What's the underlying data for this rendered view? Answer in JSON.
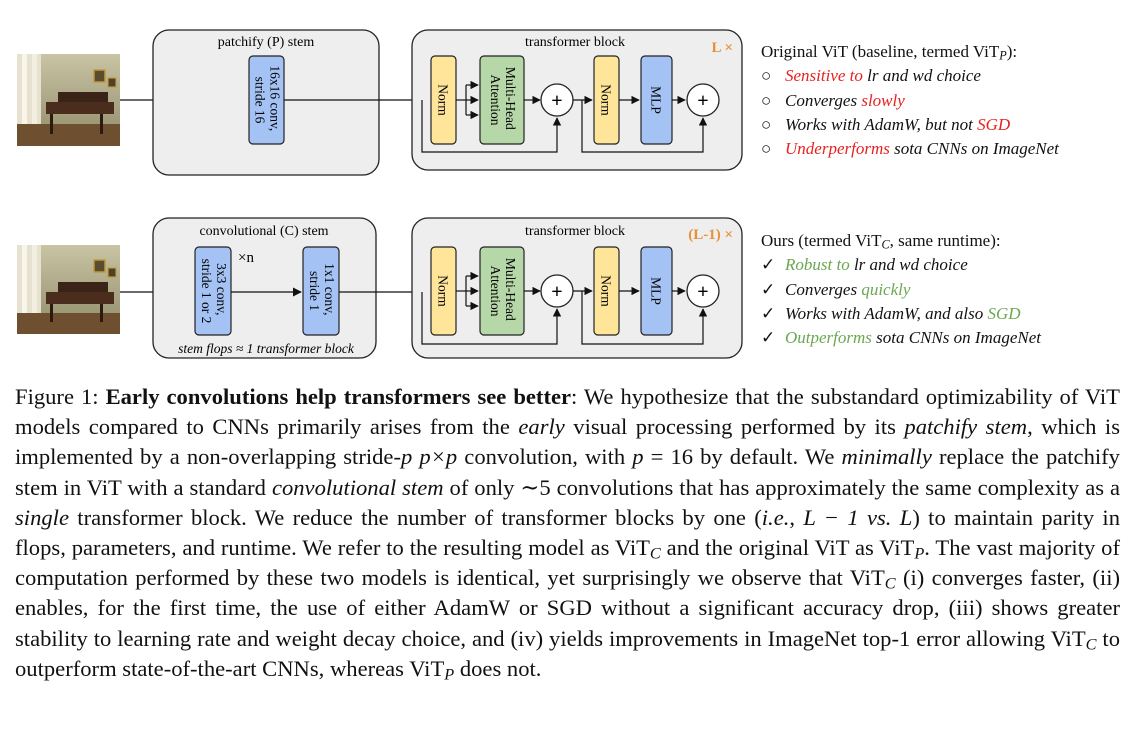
{
  "diagram": {
    "top": {
      "stem_title": "patchify (P) stem",
      "stem_block": [
        "16x16 conv,",
        "stride 16"
      ],
      "tb_title": "transformer block",
      "repeat": "L ×"
    },
    "bottom": {
      "stem_title": "convolutional (C) stem",
      "stem_block1": [
        "3x3 conv,",
        "stride 1 or 2"
      ],
      "times_n": "×n",
      "stem_block2": [
        "1x1 conv,",
        "stride 1"
      ],
      "stem_note": "stem flops ≈ 1 transformer block",
      "tb_title": "transformer block",
      "repeat": "(L-1) ×"
    },
    "norm_label": "Norm",
    "mha_label": [
      "Multi-Head",
      "Attention"
    ],
    "mlp_label": "MLP",
    "plus": "+",
    "colors": {
      "norm_fill": "#ffe59a",
      "mha_fill": "#b6d7a8",
      "conv_fill": "#a4c2f4",
      "panel_fill": "#eeeeee",
      "orange": "#e69138",
      "red": "#e8211f",
      "green": "#6aa84f"
    }
  },
  "legend_top": {
    "heading_pre": "Original ViT (baseline, termed ViT",
    "heading_sub": "P",
    "heading_post": "):",
    "marker": "○",
    "items": [
      {
        "hl": "Sensitive to",
        "rest": " lr and wd choice",
        "hl_first": true
      },
      {
        "rest": "Converges ",
        "hl": "slowly",
        "hl_first": false
      },
      {
        "rest": "Works with AdamW, but not ",
        "hl": "SGD",
        "hl_first": false
      },
      {
        "hl": "Underperforms",
        "rest": " sota CNNs on ImageNet",
        "hl_first": true
      }
    ]
  },
  "legend_bottom": {
    "heading_pre": "Ours (termed ViT",
    "heading_sub": "C",
    "heading_post": ", same runtime):",
    "marker": "✓",
    "items": [
      {
        "hl": "Robust to",
        "rest": " lr and wd choice",
        "hl_first": true
      },
      {
        "rest": "Converges ",
        "hl": "quickly",
        "hl_first": false
      },
      {
        "rest": "Works with AdamW, and also ",
        "hl": "SGD",
        "hl_first": false
      },
      {
        "hl": "Outperforms",
        "rest": " sota CNNs on ImageNet",
        "hl_first": true
      }
    ]
  },
  "caption": {
    "label": "Figure 1: ",
    "bold": "Early convolutions help transformers see better",
    "colon": ": We hypothesize that the substandard optimizability of ViT models compared to CNNs primarily arises from the ",
    "early": "early",
    "s1": " visual processing performed by its ",
    "patchify_stem": "patchify stem",
    "s2": ", which is implemented by a non-overlapping stride-",
    "p1": "p",
    "s3": " ",
    "pxp": "p×p",
    "s4": " convolution, with ",
    "p2": "p",
    "s5": " = 16 by default. We ",
    "minimally": "minimally",
    "s6": " replace the patchify stem in ViT with a standard ",
    "conv_stem": "convolutional stem",
    "s7": " of only ∼5 convolutions that has approximately the same complexity as a ",
    "single": "single",
    "s8": " transformer block. We reduce the number of transformer blocks by one (",
    "ie": "i.e.",
    "s9": ", ",
    "lminus": "L − 1",
    "s10": " ",
    "vs": "vs.",
    "s11": " ",
    "L": "L",
    "s12": ") to maintain parity in flops, parameters, and runtime. We refer to the resulting model as ViT",
    "subC1": "C",
    "s13": " and the original ViT as ViT",
    "subP1": "P",
    "s14": ". The vast majority of computation performed by these two models is identical, yet surprisingly we observe that ViT",
    "subC2": "C",
    "s15": " (i) converges faster, (ii) enables, for the first time, the use of either AdamW or SGD without a significant accuracy drop, (iii) shows greater stability to learning rate and weight decay choice, and (iv) yields improvements in ImageNet top-1 error allowing ViT",
    "subC3": "C",
    "s16": " to outperform state-of-the-art CNNs, whereas ViT",
    "subP2": "P",
    "s17": " does not."
  }
}
